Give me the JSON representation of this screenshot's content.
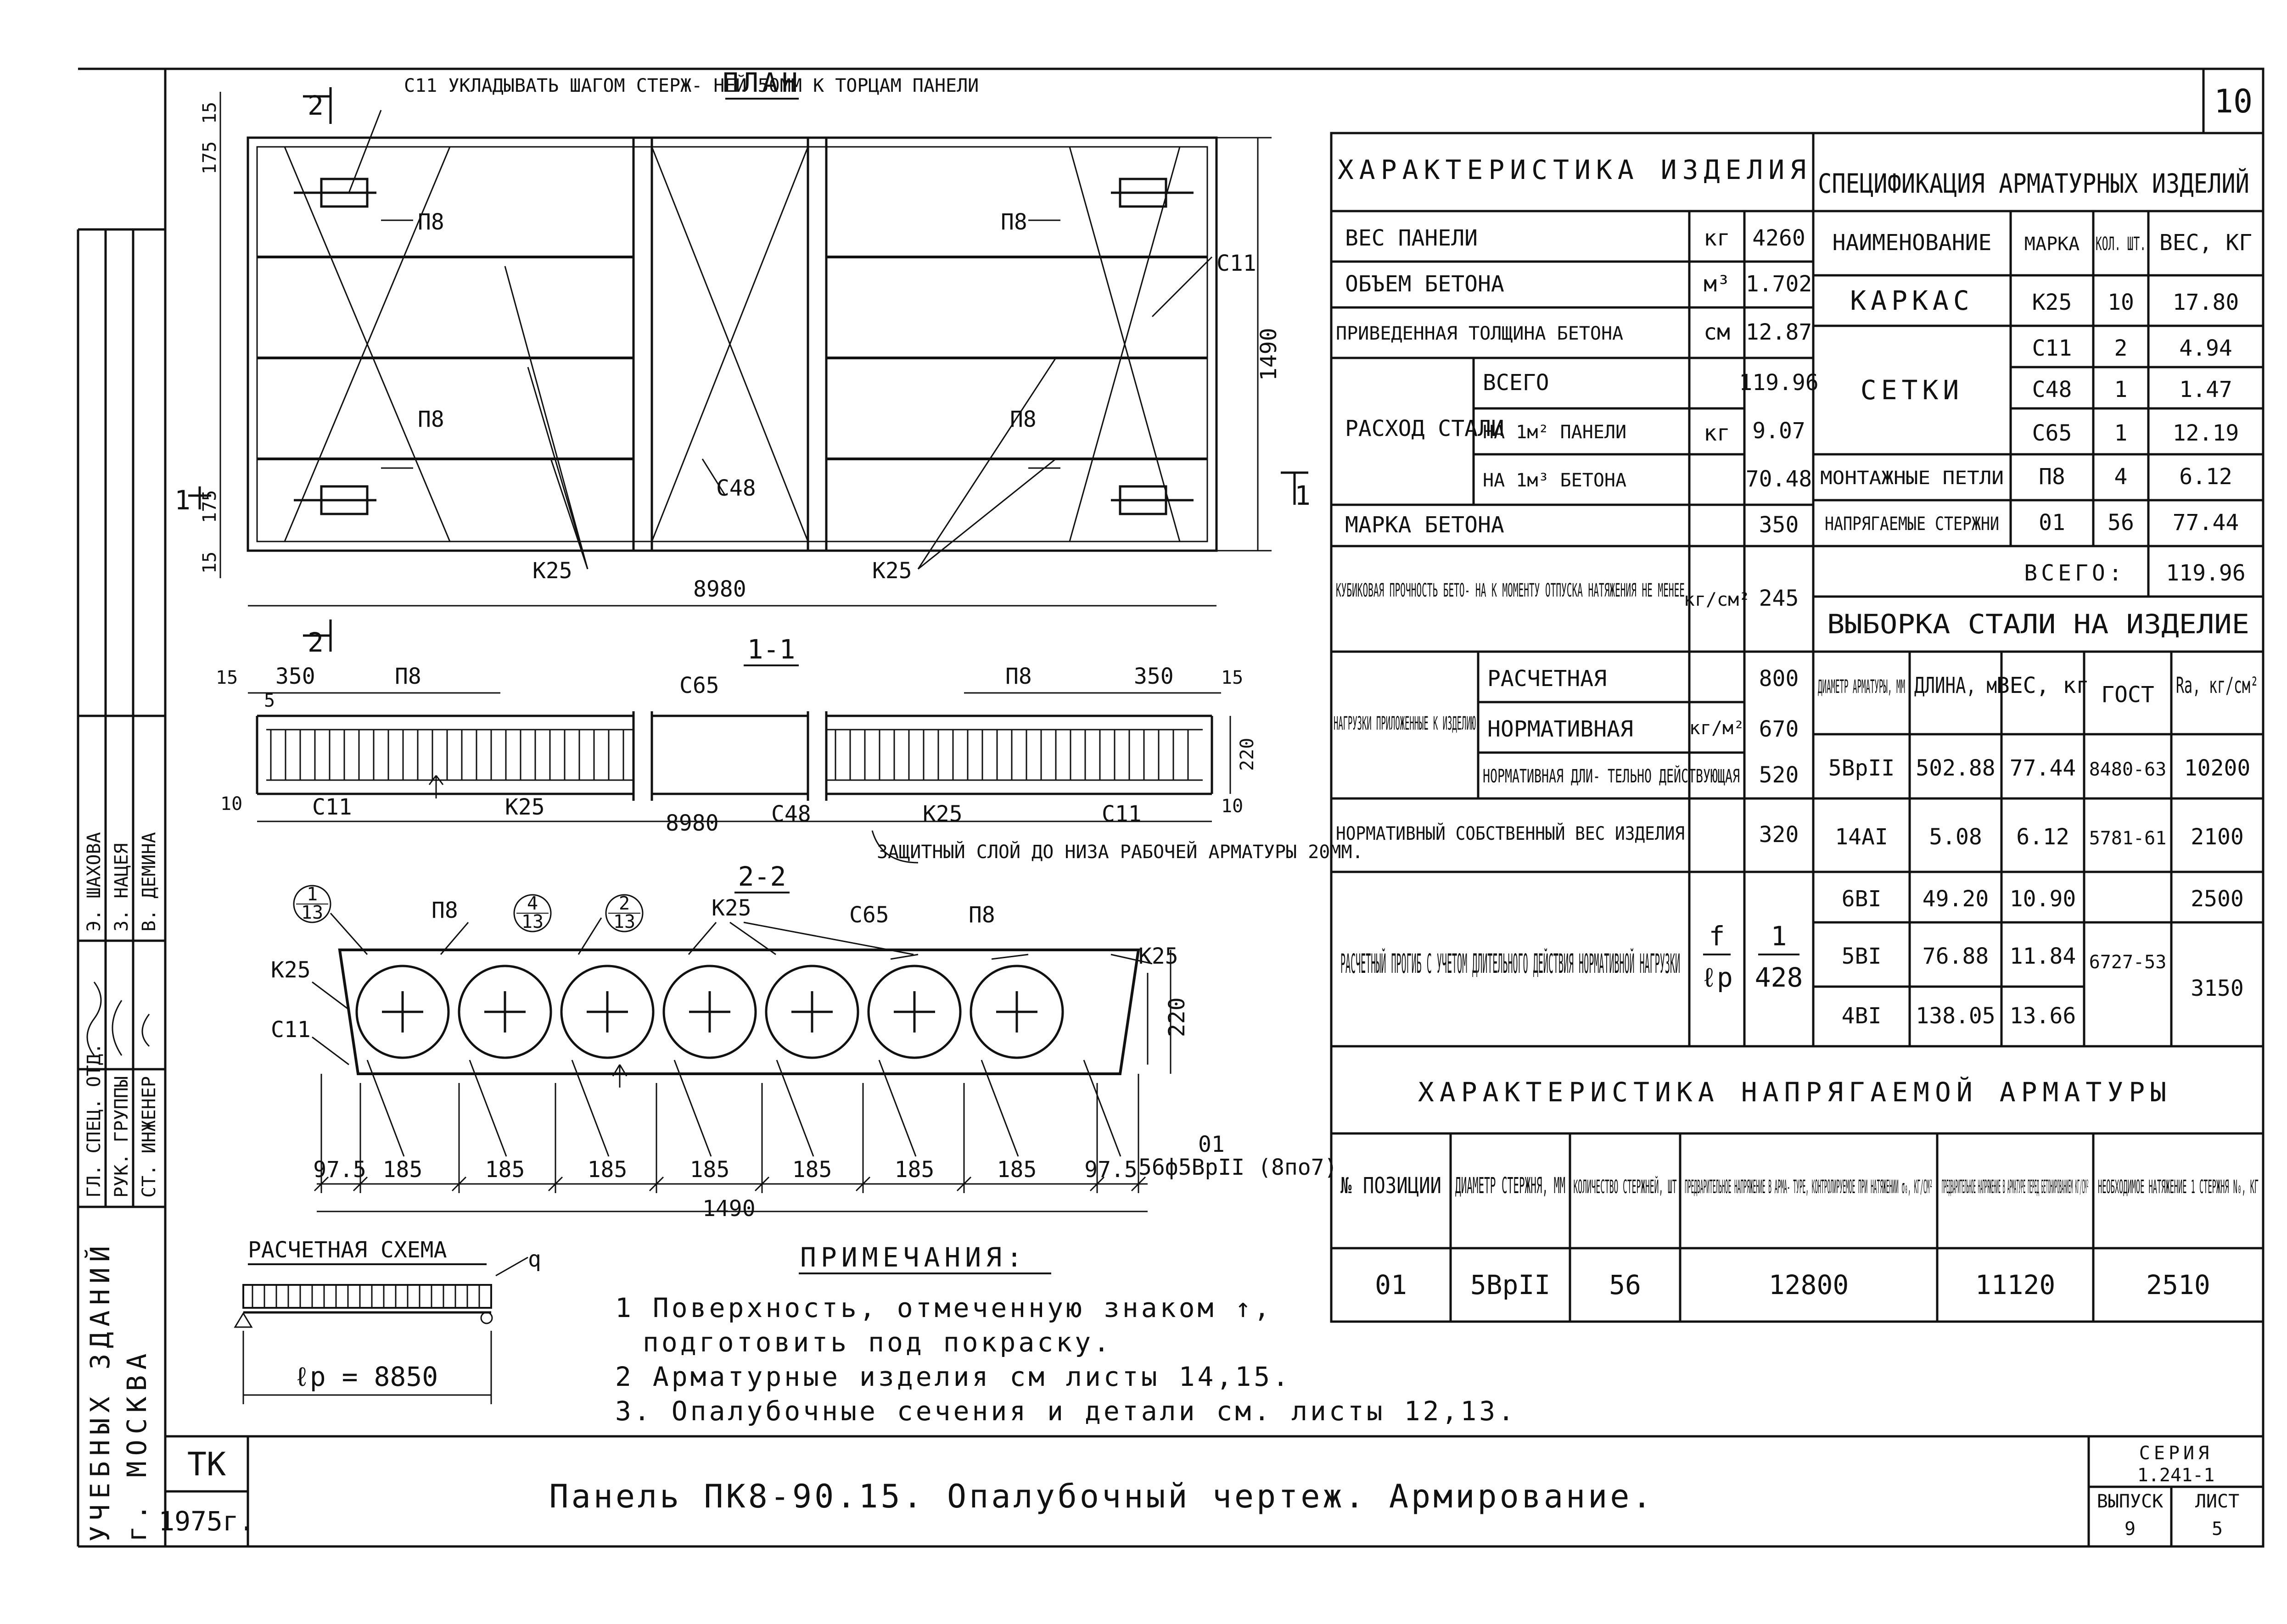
{
  "sheet": {
    "sheet_no": "10",
    "title": "Панель ПК8-90.15. Опалубочный чертеж. Армирование.",
    "org": "ТК",
    "year": "1975г.",
    "series_label": "СЕРИЯ",
    "series": "1.241-1",
    "issue_label": "ВЫПУСК",
    "issue": "9",
    "sheet_label": "ЛИСТ",
    "sheet": "5",
    "side_org": "УЧЕБНЫХ ЗДАНИЙ",
    "side_city": "г. МОСКВА"
  },
  "stamp": [
    {
      "role": "ГЛ. СПЕЦ. ОТД.",
      "name": "Э. ШАХОВА"
    },
    {
      "role": "РУК. ГРУППЫ",
      "name": "З. НАЦЕЯ"
    },
    {
      "role": "СТ. ИНЖЕНЕР",
      "name": "В. ДЕМИНА"
    }
  ],
  "plan": {
    "title": "ПЛАН",
    "note": "С11 УКЛАДЫВАТЬ ШАГОМ СТЕРЖ- НЕЙ 50ММ К ТОРЦАМ ПАНЕЛИ",
    "cut_2": "2",
    "cut_1": "1",
    "width": "1490",
    "length": "8980",
    "dim_15": "15",
    "dim_175": "175",
    "p8": "П8",
    "c11": "С11",
    "c48": "С48",
    "k25": "К25"
  },
  "section11": {
    "title": "1-1",
    "d15": "15",
    "d350": "350",
    "d5": "5",
    "d10": "10",
    "d220": "220",
    "len": "8980",
    "p8": "П8",
    "c65": "С65",
    "c11": "С11",
    "k25": "К25",
    "c48": "С48",
    "cover": "ЗАЩИТНЫЙ СЛОЙ ДО НИЗА РАБОЧЕЙ АРМАТУРЫ 20ММ."
  },
  "section22": {
    "title": "2-2",
    "h": "220",
    "total": "1490",
    "bars": "56ф5ВрII (8по7)",
    "pos": "01",
    "mk1": [
      "1",
      "13"
    ],
    "mk4": [
      "4",
      "13"
    ],
    "mk2": [
      "2",
      "13"
    ],
    "dims": [
      "97.5",
      "185",
      "185",
      "185",
      "185",
      "185",
      "185",
      "185",
      "97.5"
    ]
  },
  "scheme": {
    "title": "РАСЧЕТНАЯ СХЕМА",
    "q": "q",
    "lp": "ℓр = 8850"
  },
  "notes": {
    "title": "ПРИМЕЧАНИЯ:",
    "items": [
      "1 Поверхность, отмеченную знаком ↑,",
      "подготовить под покраску.",
      "2 Арматурные изделия см листы 14,15.",
      "3. Опалубочные сечения и детали см. листы 12,13."
    ]
  },
  "char": {
    "title": "ХАРАКТЕРИСТИКА ИЗДЕЛИЯ",
    "rows": {
      "weight": {
        "label": "ВЕС ПАНЕЛИ",
        "unit": "кг",
        "value": "4260"
      },
      "volume": {
        "label": "ОБЪЕМ БЕТОНА",
        "unit": "м³",
        "value": "1.702"
      },
      "thick": {
        "label": "ПРИВЕДЕННАЯ ТОЛЩИНА БЕТОНА",
        "unit": "см",
        "value": "12.87"
      },
      "steel_label": "РАСХОД СТАЛИ",
      "steel_unit": "кг",
      "steel": [
        {
          "label": "ВСЕГО",
          "value": "119.96"
        },
        {
          "label": "НА 1м² ПАНЕЛИ",
          "value": "9.07"
        },
        {
          "label": "НА 1м³ БЕТОНА",
          "value": "70.48"
        }
      ],
      "grade": {
        "label": "МАРКА БЕТОНА",
        "value": "350"
      },
      "cube": {
        "label": "КУБИКОВАЯ ПРОЧНОСТЬ БЕТО- НА К МОМЕНТУ ОТПУСКА НАТЯЖЕНИЯ НЕ МЕНЕЕ",
        "unit": "кг/см²",
        "value": "245"
      },
      "loads_label": "НАГРУЗКИ ПРИЛОЖЕННЫЕ К ИЗДЕЛИЮ",
      "loads_unit": "кг/м²",
      "loads": [
        {
          "label": "РАСЧЕТНАЯ",
          "value": "800"
        },
        {
          "label": "НОРМАТИВНАЯ",
          "value": "670"
        },
        {
          "label": "НОРМАТИВНАЯ ДЛИ- ТЕЛЬНО ДЕЙСТВУЮЩАЯ",
          "value": "520"
        }
      ],
      "own": {
        "label": "НОРМАТИВНЫЙ СОБСТВЕННЫЙ ВЕС ИЗДЕЛИЯ",
        "value": "320"
      },
      "defl": {
        "label": "РАСЧЕТНЫЙ ПРОГИБ С УЧЕТОМ ДЛИТЕЛЬНОГО ДЕЙСТВИЯ НОРМАТИВНОЙ НАГРУЗКИ",
        "unit_top": "f",
        "unit_bot": "ℓр",
        "val_top": "1",
        "val_bot": "428"
      }
    }
  },
  "spec": {
    "title": "СПЕЦИФИКАЦИЯ АРМАТУРНЫХ ИЗДЕЛИЙ",
    "headers": {
      "name": "НАИМЕНОВАНИЕ",
      "mark": "МАРКА",
      "qty": "КОЛ. ШТ.",
      "weight": "ВЕС, КГ"
    },
    "karkas": {
      "name": "КАРКАС",
      "mark": "К25",
      "qty": "10",
      "weight": "17.80"
    },
    "setki_label": "СЕТКИ",
    "setki": [
      {
        "mark": "С11",
        "qty": "2",
        "weight": "4.94"
      },
      {
        "mark": "С48",
        "qty": "1",
        "weight": "1.47"
      },
      {
        "mark": "С65",
        "qty": "1",
        "weight": "12.19"
      }
    ],
    "loops": {
      "name": "МОНТАЖНЫЕ ПЕТЛИ",
      "mark": "П8",
      "qty": "4",
      "weight": "6.12"
    },
    "tendons": {
      "name": "НАПРЯГАЕМЫЕ СТЕРЖНИ",
      "mark": "01",
      "qty": "56",
      "weight": "77.44"
    },
    "total_label": "ВСЕГО:",
    "total": "119.96"
  },
  "steel": {
    "title": "ВЫБОРКА СТАЛИ НА ИЗДЕЛИЕ",
    "headers": {
      "dia": "ДИАМЕТР АРМАТУРЫ, ММ",
      "len": "ДЛИНА, м",
      "weight": "ВЕС, кг",
      "gost": "ГОСТ",
      "ra": "Ra, кг/см²"
    },
    "rows": [
      {
        "dia": "5ВрII",
        "len": "502.88",
        "weight": "77.44",
        "gost": "8480-63",
        "ra": "10200"
      },
      {
        "dia": "14AI",
        "len": "5.08",
        "weight": "6.12",
        "gost": "5781-61",
        "ra": "2100"
      },
      {
        "dia": "6BI",
        "len": "49.20",
        "weight": "10.90",
        "gost": "",
        "ra": "2500"
      },
      {
        "dia": "5BI",
        "len": "76.88",
        "weight": "11.84",
        "gost": "6727-53",
        "ra": ""
      },
      {
        "dia": "4BI",
        "len": "138.05",
        "weight": "13.66",
        "gost": "",
        "ra": ""
      }
    ],
    "ra_merged": "3150"
  },
  "tension": {
    "title": "ХАРАКТЕРИСТИКА НАПРЯГАЕМОЙ АРМАТУРЫ",
    "headers": {
      "pos": "№ ПОЗИЦИИ",
      "dia": "ДИАМЕТР СТЕРЖНЯ, ММ",
      "qty": "КОЛИЧЕСТВО СТЕРЖНЕЙ, ШТ",
      "s0": "ПРЕДВАРИТЕЛЬНОЕ НАПРЯЖЕНИЕ В АРМА- ТУРЕ, КОНТРОЛИРУЕМОЕ ПРИ НАТЯЖЕНИИ σ₀, КГ/СМ²",
      "s1": "ПРЕДВАРИТЕЛЬНОЕ НАПРЯЖЕНИЕ В АРМАТУРЕ ПЕРЕД БЕТОНИРОВАНИЕМ КГ/СМ²",
      "n": "НЕОБХОДИМОЕ НАТЯЖЕНИЕ 1 СТЕРЖНЯ N₀, КГ"
    },
    "row": {
      "pos": "01",
      "dia": "5ВрII",
      "qty": "56",
      "s0": "12800",
      "s1": "11120",
      "n": "2510"
    }
  }
}
